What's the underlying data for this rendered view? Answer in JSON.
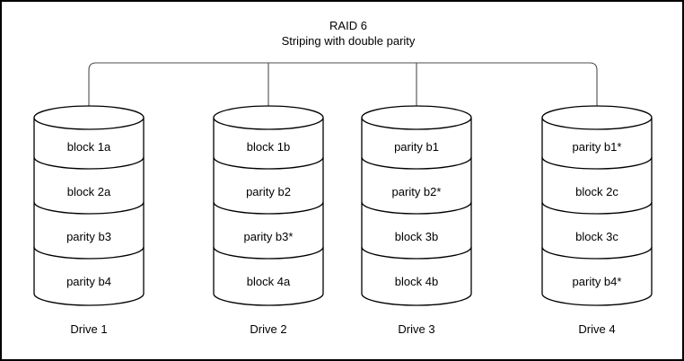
{
  "diagram": {
    "title": "RAID 6",
    "subtitle": "Striping with double parity",
    "stroke_color": "#000000",
    "connector_color": "#4d4d4d",
    "background_color": "#ffffff"
  },
  "drives": [
    {
      "label": "Drive 1",
      "blocks": [
        "block 1a",
        "block 2a",
        "parity b3",
        "parity b4"
      ]
    },
    {
      "label": "Drive 2",
      "blocks": [
        "block 1b",
        "parity b2",
        "parity b3*",
        "block 4a"
      ]
    },
    {
      "label": "Drive 3",
      "blocks": [
        "parity b1",
        "parity b2*",
        "block 3b",
        "block 4b"
      ]
    },
    {
      "label": "Drive 4",
      "blocks": [
        "parity b1*",
        "block 2c",
        "block 3c",
        "parity b4*"
      ]
    }
  ]
}
